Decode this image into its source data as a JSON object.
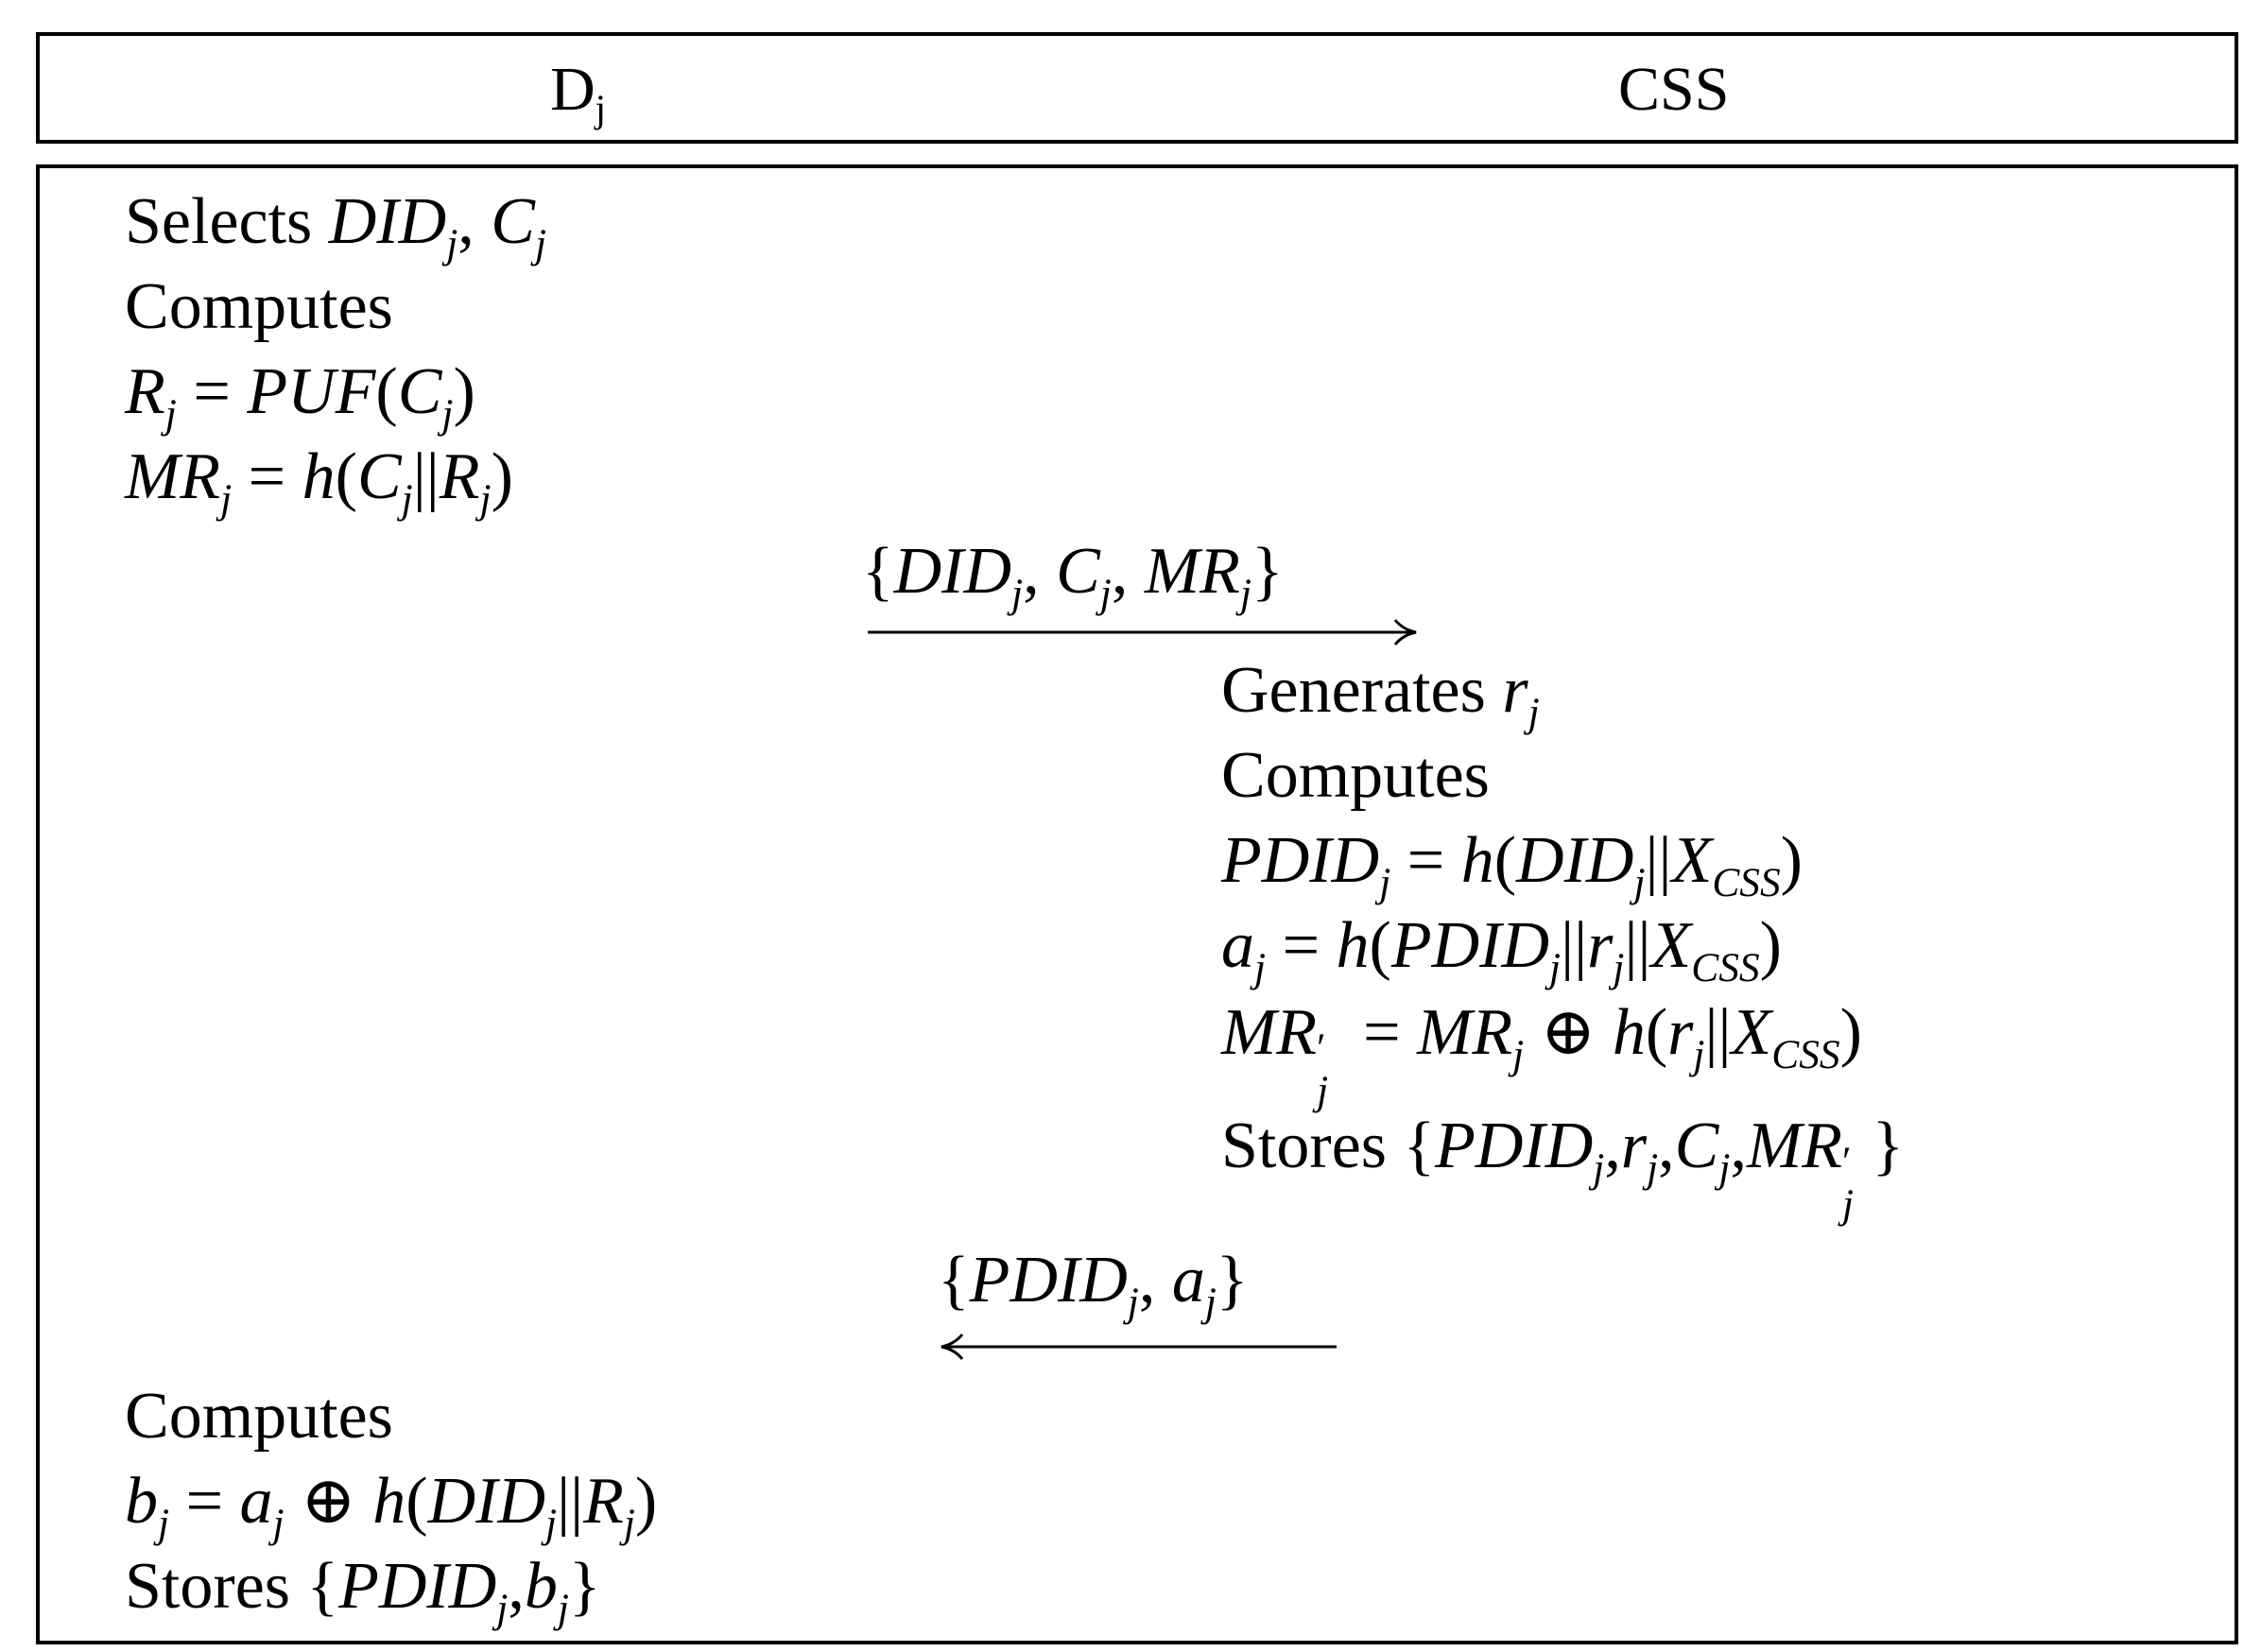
{
  "header": {
    "left_party": "D",
    "left_party_sub": "j",
    "right_party": "CSS"
  },
  "device_registration": {
    "selects": {
      "verb": "Selects",
      "a": "DID",
      "a_sub": "j",
      "sep": ",",
      "b": "C",
      "b_sub": "j"
    },
    "computes_1": "Computes",
    "eq_r": {
      "lhs": "R",
      "lhs_sub": "j",
      "op": "=",
      "fn": "PUF",
      "open": "(",
      "arg": "C",
      "arg_sub": "j",
      "close": ")"
    },
    "eq_mr": {
      "lhs": "MR",
      "lhs_sub": "j",
      "op": "=",
      "fn": "h",
      "open": "(",
      "arg1": "C",
      "arg1_sub": "j",
      "cat": "||",
      "arg2": "R",
      "arg2_sub": "j",
      "close": ")"
    }
  },
  "message_1": {
    "open": "{",
    "a": "DID",
    "a_sub": "j",
    "sep1": ",",
    "b": "C",
    "b_sub": "j",
    "sep2": ",",
    "c": "MR",
    "c_sub": "j",
    "close": "}",
    "direction": "right"
  },
  "server": {
    "generates": {
      "verb": "Generates",
      "var": "r",
      "var_sub": "j"
    },
    "computes": "Computes",
    "eq_pdid": {
      "lhs": "PDID",
      "lhs_sub": "j",
      "op": "=",
      "fn": "h",
      "open": "(",
      "a": "DID",
      "a_sub": "j",
      "cat": "||",
      "b": "X",
      "b_sub": "CSS",
      "close": ")"
    },
    "eq_a": {
      "lhs": "a",
      "lhs_sub": "j",
      "op": "=",
      "fn": "h",
      "open": "(",
      "a": "PDID",
      "a_sub": "j",
      "cat1": "||",
      "b": "r",
      "b_sub": "j",
      "cat2": "||",
      "c": "X",
      "c_sub": "CSS",
      "close": ")"
    },
    "eq_mrp": {
      "lhs": "MR",
      "lhs_sup": "′",
      "lhs_sub": "j",
      "op": "=",
      "a": "MR",
      "a_sub": "j",
      "xor": "⊕",
      "fn": "h",
      "open": "(",
      "b": "r",
      "b_sub": "j",
      "cat": "||",
      "c": "X",
      "c_sub": "CSS",
      "close": ")"
    },
    "stores": {
      "verb": "Stores",
      "open": "{",
      "a": "PDID",
      "a_sub": "j",
      "sep1": ",",
      "b": "r",
      "b_sub": "j",
      "sep2": ",",
      "c": "C",
      "c_sub": "j",
      "sep3": ",",
      "d": "MR",
      "d_sup": "′",
      "d_sub": "j",
      "close": "}"
    }
  },
  "message_2": {
    "open": "{",
    "a": "PDID",
    "a_sub": "j",
    "sep": ",",
    "b": "a",
    "b_sub": "j",
    "close": "}",
    "direction": "left"
  },
  "device_finalize": {
    "computes": "Computes",
    "eq_b": {
      "lhs": "b",
      "lhs_sub": "j",
      "op": "=",
      "a": "a",
      "a_sub": "j",
      "xor": "⊕",
      "fn": "h",
      "open": "(",
      "b": "DID",
      "b_sub": "j",
      "cat": "||",
      "c": "R",
      "c_sub": "j",
      "close": ")"
    },
    "stores": {
      "verb": "Stores",
      "open": "{",
      "a": "PDID",
      "a_sub": "j",
      "sep": ",",
      "b": "b",
      "b_sub": "j",
      "close": "}"
    }
  }
}
